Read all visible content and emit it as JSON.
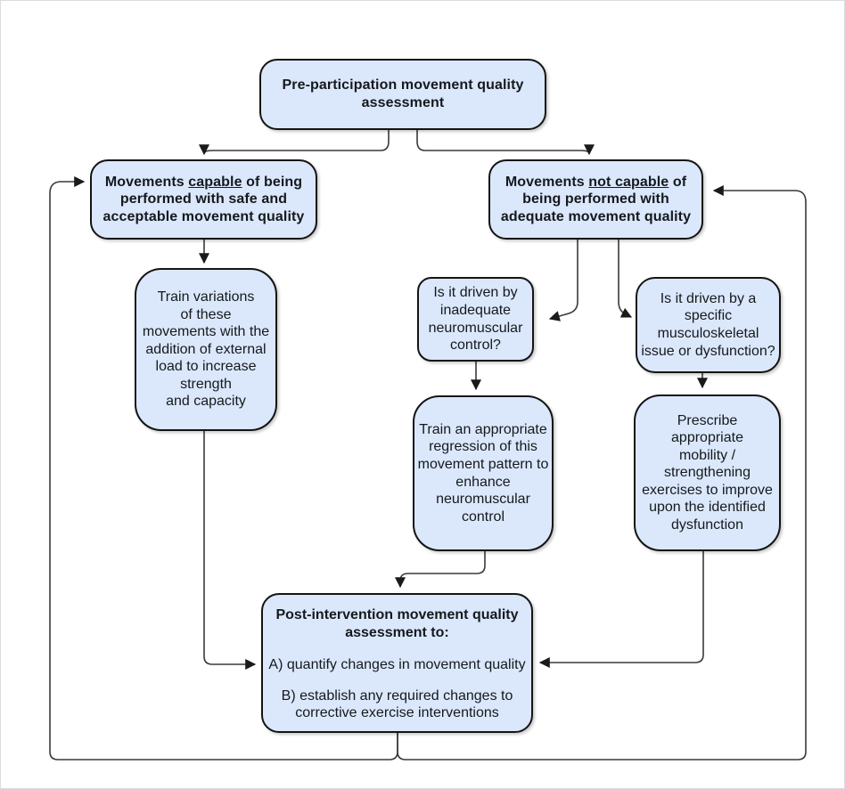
{
  "diagram": {
    "title_box": {
      "label": "Pre-participation movement quality\nassessment"
    },
    "branch_capable": {
      "pre": "Movements ",
      "underlined": "capable",
      "post": " of being\nperformed with safe and\nacceptable movement quality"
    },
    "branch_not_capable": {
      "pre": "Movements ",
      "underlined": "not capable",
      "post": " of\nbeing performed with\nadequate movement quality"
    },
    "train_variations": {
      "label": "Train variations\nof these\nmovements with the\naddition of external\nload to increase\nstrength\nand capacity"
    },
    "question_neuromuscular": {
      "label": "Is it driven by\ninadequate\nneuromuscular\ncontrol?"
    },
    "question_musculoskeletal": {
      "label": "Is it driven by a\nspecific\nmusculoskeletal\nissue or dysfunction?"
    },
    "regression": {
      "label": "Train an appropriate\nregression of this\nmovement pattern to\nenhance\nneuromuscular\ncontrol"
    },
    "prescribe": {
      "label": "Prescribe\nappropriate\nmobility /\nstrengthening\nexercises to improve\nupon the identified\ndysfunction"
    },
    "post_intervention": {
      "heading": "Post-intervention movement quality\nassessment to:",
      "item_a": "A) quantify changes in movement quality",
      "item_b": "B) establish any required changes to\ncorrective exercise interventions"
    },
    "colors": {
      "box_fill": "#dbe8fb",
      "box_border": "#141414",
      "connector": "#3a3a3a",
      "text": "#15191e"
    }
  }
}
